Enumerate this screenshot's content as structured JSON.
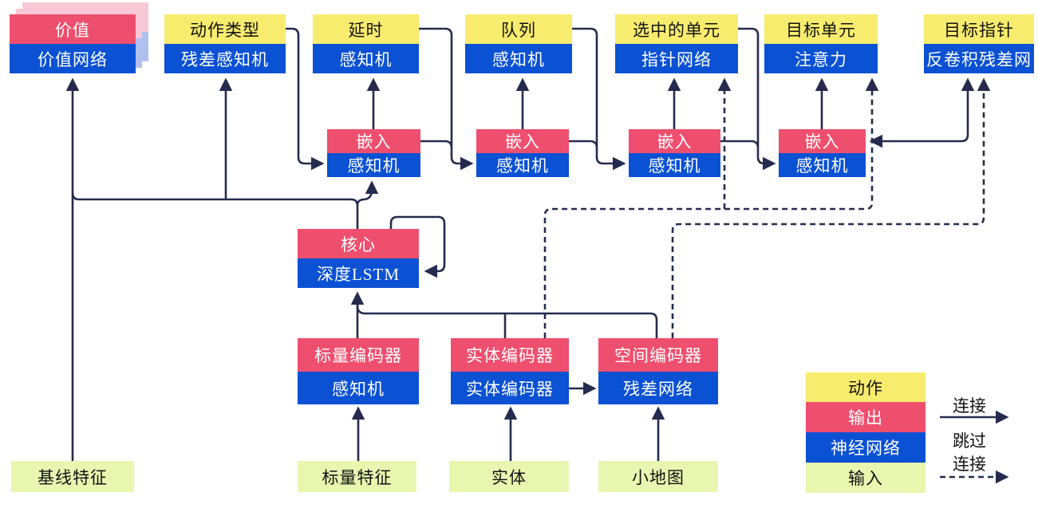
{
  "title": "agent-architecture-diagram",
  "heads": [
    {
      "top": "价值",
      "bottom": "价值网络"
    },
    {
      "top": "动作类型",
      "bottom": "残差感知机"
    },
    {
      "top": "延时",
      "bottom": "感知机"
    },
    {
      "top": "队列",
      "bottom": "感知机"
    },
    {
      "top": "选中的单元",
      "bottom": "指针网络"
    },
    {
      "top": "目标单元",
      "bottom": "注意力"
    },
    {
      "top": "目标指针",
      "bottom": "反卷积残差网"
    }
  ],
  "embeds": [
    {
      "top": "嵌入",
      "bottom": "感知机"
    },
    {
      "top": "嵌入",
      "bottom": "感知机"
    },
    {
      "top": "嵌入",
      "bottom": "感知机"
    },
    {
      "top": "嵌入",
      "bottom": "感知机"
    }
  ],
  "core": {
    "top": "核心",
    "bottom": "深度LSTM"
  },
  "encoders": [
    {
      "top": "标量编码器",
      "bottom": "感知机"
    },
    {
      "top": "实体编码器",
      "bottom": "实体编码器"
    },
    {
      "top": "空间编码器",
      "bottom": "残差网络"
    }
  ],
  "inputs": [
    {
      "label": "基线特征"
    },
    {
      "label": "标量特征"
    },
    {
      "label": "实体"
    },
    {
      "label": "小地图"
    }
  ],
  "legend": {
    "rows": [
      {
        "label": "动作",
        "kind": "action"
      },
      {
        "label": "输出",
        "kind": "output"
      },
      {
        "label": "神经网络",
        "kind": "network"
      },
      {
        "label": "输入",
        "kind": "input"
      }
    ],
    "solid_arrow_label": "连接",
    "dashed_arrow_label_line1": "跳过",
    "dashed_arrow_label_line2": "连接"
  },
  "colors": {
    "action_yellow": "#f8ec6e",
    "output_red": "#ef4f6e",
    "network_blue": "#0b51d4",
    "input_green": "#e9f6b0",
    "wire_navy": "#252b4e",
    "stack_shadow_pink": "#f9c8d6",
    "stack_shadow_blue": "#afc0ee"
  }
}
